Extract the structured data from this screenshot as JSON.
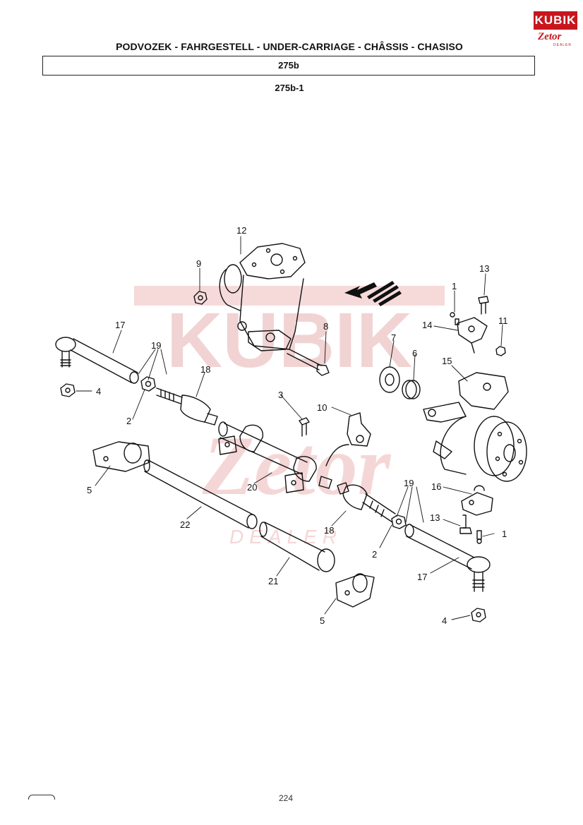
{
  "header": {
    "title": "PODVOZEK - FAHRGESTELL - UNDER-CARRIAGE - CHÂSSIS - CHASISO",
    "code": "275b",
    "subcode": "275b-1"
  },
  "logo": {
    "brand": "KUBIK",
    "sub": "Zetor",
    "tag": "DEALER"
  },
  "watermark": {
    "text_top": "KUBIK",
    "text_mid": "Zetor",
    "text_bot": "DEALER"
  },
  "colors": {
    "logo_red": "#c8161d",
    "watermark_red": "#f3c9c9",
    "line": "#111111"
  },
  "callouts": [
    {
      "id": "c12",
      "label": "12"
    },
    {
      "id": "c9",
      "label": "9"
    },
    {
      "id": "c8",
      "label": "8"
    },
    {
      "id": "c17a",
      "label": "17"
    },
    {
      "id": "c19a",
      "label": "19"
    },
    {
      "id": "c4a",
      "label": "4"
    },
    {
      "id": "c2a",
      "label": "2"
    },
    {
      "id": "c18a",
      "label": "18"
    },
    {
      "id": "c3",
      "label": "3"
    },
    {
      "id": "c10",
      "label": "10"
    },
    {
      "id": "c7",
      "label": "7"
    },
    {
      "id": "c6",
      "label": "6"
    },
    {
      "id": "c1a",
      "label": "1"
    },
    {
      "id": "c13a",
      "label": "13"
    },
    {
      "id": "c14",
      "label": "14"
    },
    {
      "id": "c11",
      "label": "11"
    },
    {
      "id": "c15",
      "label": "15"
    },
    {
      "id": "c5a",
      "label": "5"
    },
    {
      "id": "c20",
      "label": "20"
    },
    {
      "id": "c22",
      "label": "22"
    },
    {
      "id": "c19b",
      "label": "19"
    },
    {
      "id": "c16",
      "label": "16"
    },
    {
      "id": "c18b",
      "label": "18"
    },
    {
      "id": "c13b",
      "label": "13"
    },
    {
      "id": "c1b",
      "label": "1"
    },
    {
      "id": "c2b",
      "label": "2"
    },
    {
      "id": "c21",
      "label": "21"
    },
    {
      "id": "c17b",
      "label": "17"
    },
    {
      "id": "c5b",
      "label": "5"
    },
    {
      "id": "c4b",
      "label": "4"
    }
  ],
  "footer": {
    "page": "224"
  }
}
